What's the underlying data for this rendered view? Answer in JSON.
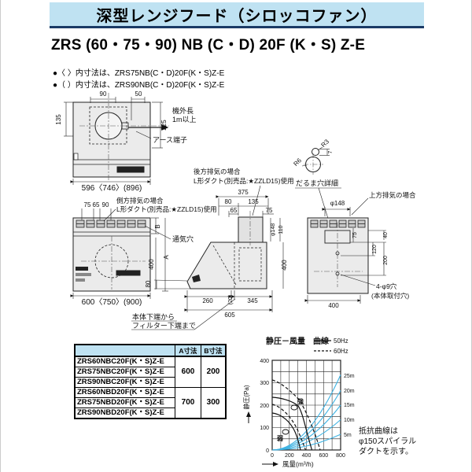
{
  "page": {
    "title": "深型レンジフード（シロッコファン）",
    "model": "ZRS (60・75・90) NB (C・D) 20F (K・S) Z-E",
    "bullets": [
      "●〈 〉内寸法は、ZRS75NB(C・D)20F(K・S)Z-E",
      "●（ ）内寸法は、ZRS90NB(C・D)20F(K・S)Z-E"
    ]
  },
  "colors": {
    "band_blue": "#bfe2f2",
    "underline_navy": "#1a3a66",
    "curve_blue": "#3fb3e3"
  },
  "top_view": {
    "d90": "90",
    "d50": "50",
    "d135": "135",
    "d225": "225",
    "width": "596〈746〉(896)",
    "cord_1": "機外長",
    "cord_2": "1m以上",
    "earth": "アース端子"
  },
  "front_view": {
    "d75": "75",
    "d65": "65",
    "d90": "90",
    "dB": "B",
    "dA": "A",
    "d400": "400",
    "width": "600〈750〉(900)",
    "vent": "通気穴",
    "note_1": "側方排気の場合",
    "note_2": "L形ダクト(別売品:★ZZLD15)使用"
  },
  "side_view": {
    "d375": "375",
    "d80t": "80",
    "d135": "135",
    "d65": "65",
    "d75": "75",
    "phi148": "φ148",
    "d110": "110",
    "d400": "400",
    "d80l": "80",
    "d260": "260",
    "d20": "(20)",
    "d345": "345",
    "d605": "605",
    "note_1": "後方排気の場合",
    "note_2": "L形ダクト(別売品:★ZZLD15)使用",
    "filter_1": "本体下端から",
    "filter_2": "フィルター下端まで"
  },
  "rear_view": {
    "note": "上方排気の場合",
    "phi148": "φ148",
    "d75": "75",
    "d40": "40",
    "d120": "120",
    "d200": "200",
    "d400": "400",
    "hole_1": "4-φ9穴",
    "hole_2": "(本体取付穴)"
  },
  "daruma": {
    "r3": "R3",
    "r6": "R6",
    "d7": "7",
    "label": "だるま穴詳細"
  },
  "table": {
    "headers": [
      "A寸法",
      "B寸法"
    ],
    "rows": [
      "ZRS60NBC20F(K・S)Z-E",
      "ZRS75NBC20F(K・S)Z-E",
      "ZRS90NBC20F(K・S)Z-E",
      "ZRS60NBD20F(K・S)Z-E",
      "ZRS75NBD20F(K・S)Z-E",
      "ZRS90NBD20F(K・S)Z-E"
    ],
    "groups": [
      {
        "a": "600",
        "b": "200"
      },
      {
        "a": "700",
        "b": "300"
      }
    ]
  },
  "chart": {
    "title": "静圧－風量　曲線",
    "legend_50": "50Hz",
    "legend_60": "60Hz",
    "ylabel": "静圧(Pa)",
    "xlabel": "風量(m³/h)",
    "yticks": [
      "400",
      "300",
      "200",
      "100",
      "0"
    ],
    "xticks": [
      "0",
      "200",
      "400",
      "600",
      "800"
    ],
    "duct_labels": [
      "25m",
      "20m",
      "15m",
      "10m",
      "5m"
    ],
    "curve_high": "強",
    "curve_low": "弱",
    "note_1": "抵抗曲線は",
    "note_2": "φ150スパイラル",
    "note_3": "ダクトを示す。"
  },
  "chart_data": {
    "type": "line",
    "title": "静圧－風量　曲線",
    "xlabel": "風量(m³/h)",
    "ylabel": "静圧(Pa)",
    "xlim": [
      0,
      800
    ],
    "ylim": [
      0,
      400
    ],
    "grid": true,
    "grid_step_x": 100,
    "grid_step_y": 50,
    "legend_position": "top-right",
    "series": [
      {
        "name": "強 50Hz",
        "style": "solid",
        "color": "#111111",
        "points": [
          [
            0,
            235
          ],
          [
            150,
            228
          ],
          [
            300,
            195
          ],
          [
            380,
            120
          ],
          [
            430,
            40
          ],
          [
            465,
            0
          ]
        ]
      },
      {
        "name": "強 60Hz",
        "style": "dashed",
        "color": "#111111",
        "points": [
          [
            0,
            312
          ],
          [
            150,
            280
          ],
          [
            300,
            230
          ],
          [
            450,
            120
          ],
          [
            560,
            0
          ]
        ]
      },
      {
        "name": "弱 50Hz",
        "style": "solid",
        "color": "#111111",
        "points": [
          [
            0,
            165
          ],
          [
            150,
            145
          ],
          [
            250,
            95
          ],
          [
            330,
            0
          ]
        ]
      },
      {
        "name": "弱 60Hz",
        "style": "dashed",
        "color": "#111111",
        "points": [
          [
            0,
            205
          ],
          [
            150,
            180
          ],
          [
            280,
            100
          ],
          [
            390,
            0
          ]
        ]
      }
    ],
    "resistance_curves": [
      {
        "name": "5m",
        "pressure_at_800": 70
      },
      {
        "name": "10m",
        "pressure_at_800": 135
      },
      {
        "name": "15m",
        "pressure_at_800": 200
      },
      {
        "name": "20m",
        "pressure_at_800": 265
      },
      {
        "name": "25m",
        "pressure_at_800": 335
      }
    ],
    "annotations": [
      "強",
      "弱"
    ],
    "note": "抵抗曲線はφ150スパイラルダクトを示す。"
  }
}
